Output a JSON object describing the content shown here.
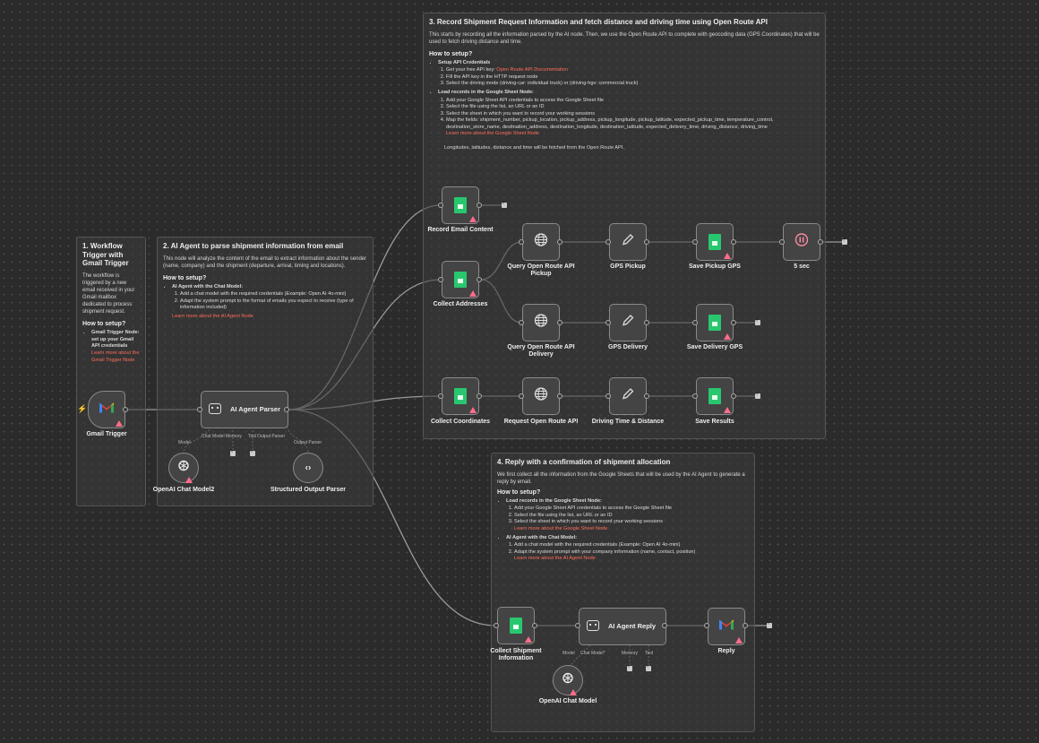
{
  "notes": {
    "n1": {
      "title": "1. Workflow Trigger with Gmail Trigger",
      "body": "The workflow is triggered by a new email received in your Gmail mailbox dedicated to process shipment request.",
      "howto": "How to setup?",
      "item": "Gmail Trigger Node: set up your Gmail API credentials",
      "link": "Learn more about the Gmail Trigger Node"
    },
    "n2": {
      "title": "2. AI Agent to parse shipment information from email",
      "body": "This node will analyze the content of the email to extract information about the sender (name, company) and the shipment (departure, arrival, timing and locations).",
      "howto": "How to setup?",
      "item": "AI Agent with the Chat Model:",
      "sub1": "Add a chat model with the required credentials (Example: Open AI 4o-mini)",
      "sub2": "Adapt the system prompt to the format of emails you expect to receive (type of information included)",
      "link": "Learn more about the AI Agent Node"
    },
    "n3": {
      "title": "3. Record Shipment Request Information and fetch distance and driving time using Open Route API",
      "body": "This starts by recording all the information parsed by the AI node. Then, we use the Open Route API to complete with geocoding data (GPS Coordinates) that will be used to fetch driving distance and time.",
      "howto": "How to setup?",
      "item1": "Setup API Credentials",
      "i1s1_pre": "Get your free API key:",
      "i1s1_link": "Open Route API Documentation",
      "i1s2": "Fill the API key in the HTTP request node",
      "i1s3": "Select the driving mode (driving-car: individual truck) or (driving-hgv: commercial truck)",
      "item2": "Load records in the Google Sheet Node:",
      "i2s1": "Add your Google Sheet API credentials to access the Google Sheet file",
      "i2s2": "Select the file using the list, an URL or an ID",
      "i2s3": "Select the sheet in which you want to record your working sessions",
      "i2s4": "Map the fields: shipment_number, pickup_location, pickup_address, pickup_longitude, pickup_latitude, expected_pickup_time, temperature_control, destination_store_name, destination_address, destination_longitude, destination_latitude, expected_delivery_time, driving_distance, driving_time",
      "i2link": "Learn more about the Google Sheet Node",
      "footer": "Longitudes, latitudes, distance and time will be fetched from the Open Route API."
    },
    "n4": {
      "title": "4. Reply with a confirmation of shipment allocation",
      "body": "We first collect all the information from the Google Sheets that will be used by the AI Agent to generate a reply by email.",
      "howto": "How to setup?",
      "item1": "Load records in the Google Sheet Node:",
      "i1s1": "Add your Google Sheet API credentials to access the Google Sheet file",
      "i1s2": "Select the file using the list, an URL or an ID",
      "i1s3": "Select the sheet in which you want to record your working sessions",
      "i1link": "Learn more about the Google Sheet Node",
      "item2": "AI Agent with the Chat Model:",
      "i2s1": "Add a chat model with the required credentials (Example: Open AI 4o-mini)",
      "i2s2": "Adapt the system prompt with your company information (name, contact, position)",
      "i2link": "Learn more about the AI Agent Node"
    }
  },
  "nodes": {
    "gmail_trigger": "Gmail Trigger",
    "ai_agent_parser": "AI Agent Parser",
    "openai_chat_model2": "OpenAI Chat Model2",
    "structured_output_parser": "Structured Output Parser",
    "record_email_content": "Record Email Content",
    "collect_addresses": "Collect Addresses",
    "query_pickup": "Query Open Route API Pickup",
    "gps_pickup": "GPS Pickup",
    "save_pickup_gps": "Save Pickup GPS",
    "wait_5sec": "5 sec",
    "query_delivery": "Query Open Route API Delivery",
    "gps_delivery": "GPS Delivery",
    "save_delivery_gps": "Save Delivery GPS",
    "collect_coordinates": "Collect Coordinates",
    "request_open_route": "Request Open Route API",
    "driving_time": "Driving Time & Distance",
    "save_results": "Save Results",
    "collect_shipment": "Collect Shipment Information",
    "ai_agent_reply": "AI Agent Reply",
    "reply": "Reply",
    "openai_chat_model": "OpenAI Chat Model"
  },
  "ports": {
    "chat_model": "Chat Model",
    "memory": "Memory",
    "tool": "Tool",
    "output_parser": "Output Parser",
    "model": "Model",
    "chat_model_req": "Chat Model*"
  },
  "colors": {
    "accent_link": "#ff6d5a",
    "sheets_green": "#28c76f",
    "warning": "#ff6d8a",
    "canvas": "#2b2b2b"
  }
}
